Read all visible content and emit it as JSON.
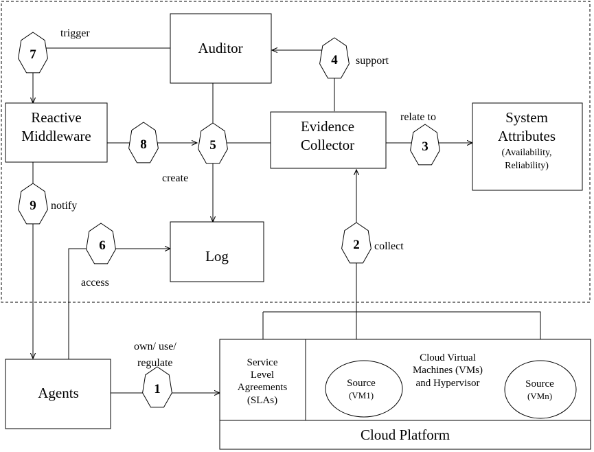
{
  "nodes": {
    "auditor": "Auditor",
    "reactive_middleware": [
      "Reactive",
      "Middleware"
    ],
    "evidence_collector": [
      "Evidence",
      "Collector"
    ],
    "system_attributes": [
      "System",
      "Attributes"
    ],
    "system_attributes_detail": [
      "(Availability,",
      "Reliability)"
    ],
    "log": "Log",
    "agents": "Agents",
    "cloud_platform": "Cloud Platform",
    "slas": [
      "Service",
      "Level",
      "Agreements",
      "(SLAs)"
    ],
    "cloud_vms": [
      "Cloud Virtual",
      "Machines (VMs)",
      "and Hypervisor"
    ],
    "source_vm1": [
      "Source",
      "(VM1)"
    ],
    "source_vmn": [
      "Source",
      "(VMn)"
    ]
  },
  "steps": [
    "1",
    "2",
    "3",
    "4",
    "5",
    "6",
    "7",
    "8",
    "9"
  ],
  "edge_labels": {
    "trigger": "trigger",
    "support": "support",
    "relate_to": "relate to",
    "create": "create",
    "notify": "notify",
    "collect": "collect",
    "access": "access",
    "own_use_regulate": [
      "own/ use/",
      "regulate"
    ]
  }
}
